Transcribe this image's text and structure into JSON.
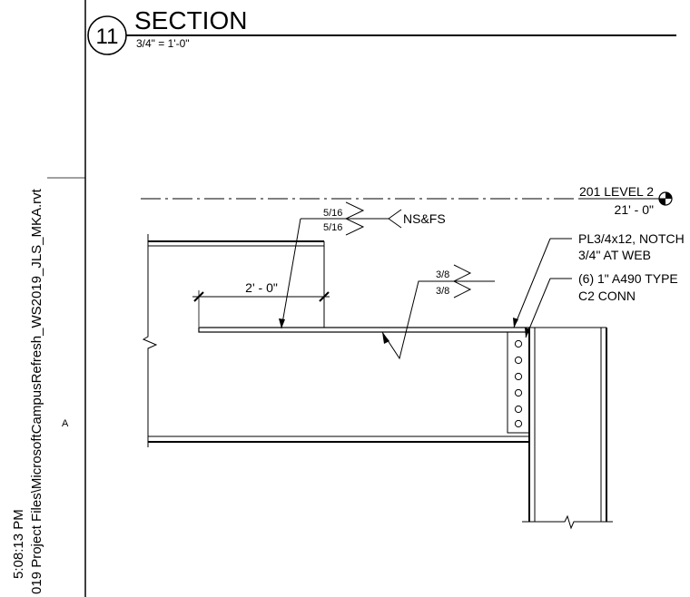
{
  "title_block": {
    "detail_number": "11",
    "title": "SECTION",
    "scale": "3/4\" = 1'-0\""
  },
  "sidebar": {
    "file_path": "019 Project Files\\MicrosoftCampusRefresh_WS2019_JLS_MKA.rvt",
    "timestamp": "5:08:13 PM",
    "grid_letter": "A"
  },
  "level": {
    "name": "201 LEVEL 2",
    "elevation": "21' - 0\""
  },
  "dimension": {
    "text": "2' - 0\""
  },
  "weld_symbols": {
    "upper_top": "5/16",
    "upper_bottom": "5/16",
    "upper_tail": "NS&FS",
    "lower_top": "3/8",
    "lower_bottom": "3/8"
  },
  "callouts": {
    "plate_line1": "PL3/4x12, NOTCH",
    "plate_line2": "3/4\" AT WEB",
    "bolts_line1": "(6) 1\" A490 TYPE",
    "bolts_line2": "C2 CONN"
  }
}
